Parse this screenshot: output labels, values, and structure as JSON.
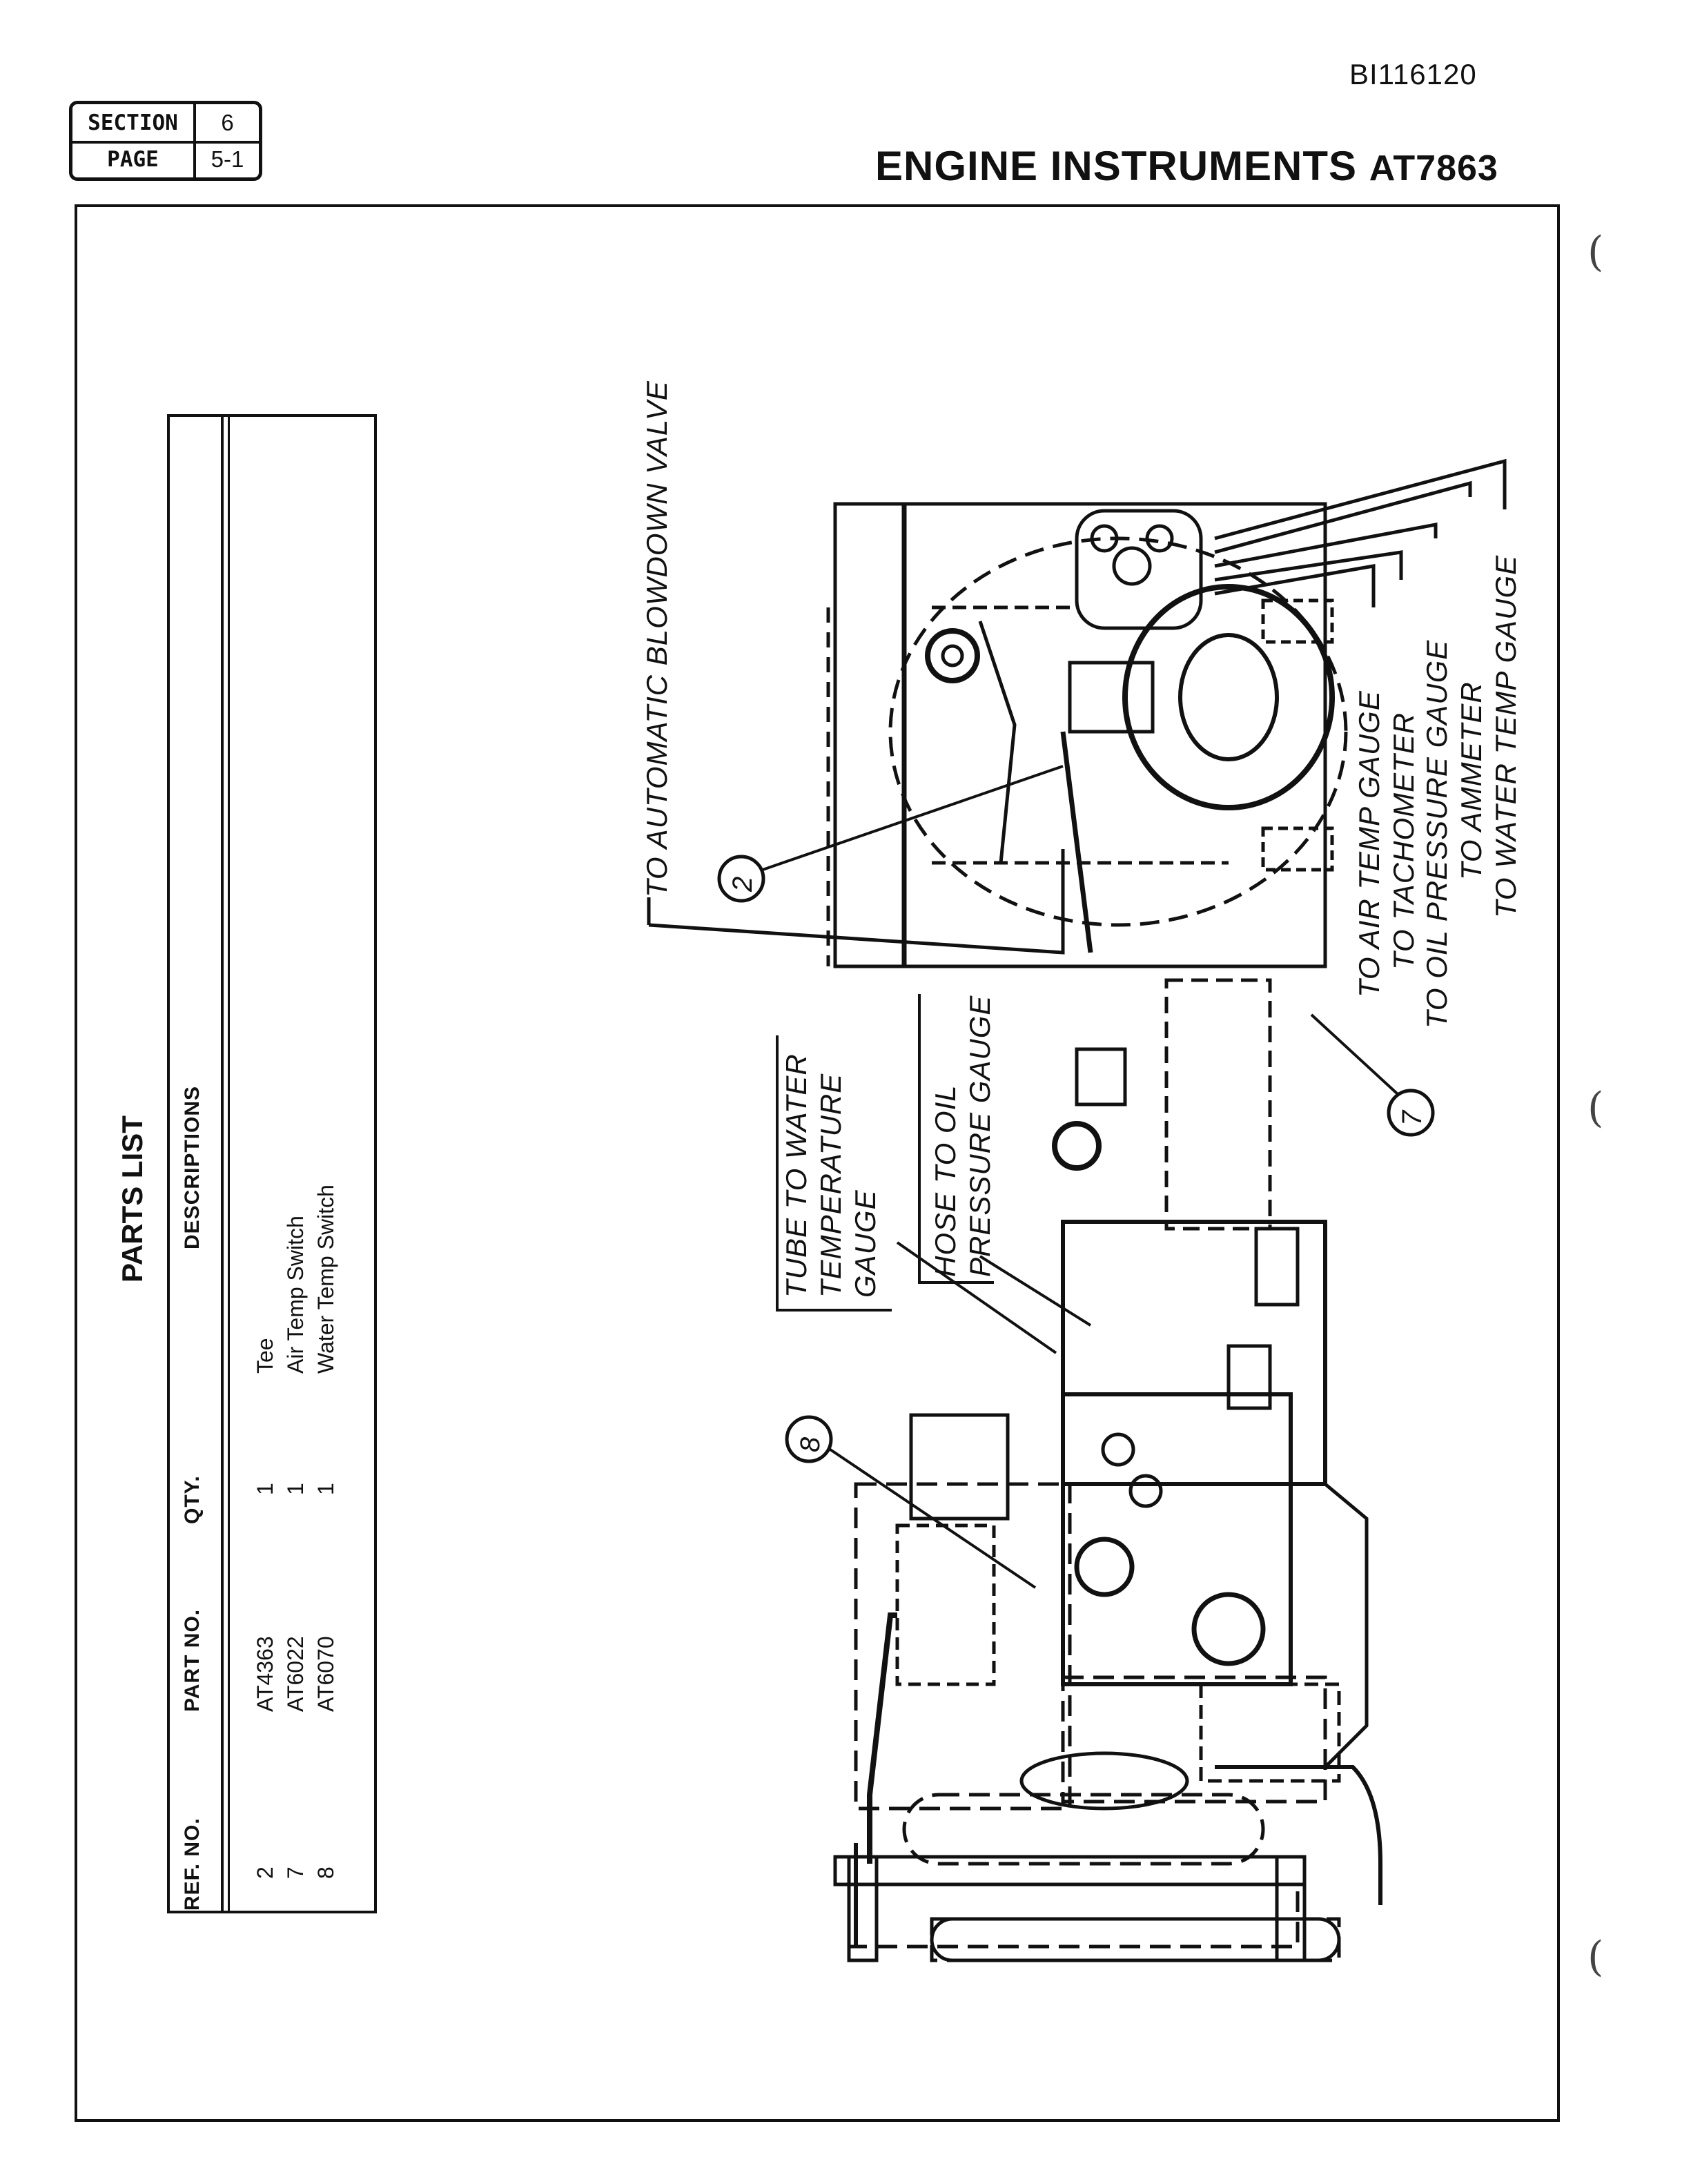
{
  "header": {
    "doc_id": "BI116120",
    "section_label": "SECTION",
    "section_value": "6",
    "page_label": "PAGE",
    "page_value": "5-1",
    "title": "ENGINE INSTRUMENTS",
    "title_code": "AT7863"
  },
  "parts_list": {
    "title": "PARTS LIST",
    "columns": [
      "REF. NO.",
      "PART NO.",
      "QTY.",
      "DESCRIPTIONS"
    ],
    "rows": [
      {
        "ref": "2",
        "part": "AT4363",
        "qty": "1",
        "desc": "Tee"
      },
      {
        "ref": "7",
        "part": "AT6022",
        "qty": "1",
        "desc": "Air Temp Switch"
      },
      {
        "ref": "8",
        "part": "AT6070",
        "qty": "1",
        "desc": "Water Temp Switch"
      }
    ]
  },
  "diagram": {
    "callouts": {
      "blowdown": "TO AUTOMATIC BLOWDOWN VALVE",
      "air_temp": "TO AIR TEMP GAUGE",
      "tachometer": "TO TACHOMETER",
      "oil_pressure": "TO OIL PRESSURE GAUGE",
      "ammeter": "TO AMMETER",
      "water_temp": "TO WATER TEMP GAUGE",
      "tube_line1": "TUBE TO WATER",
      "tube_line2": "TEMPERATURE",
      "tube_line3": "GAUGE",
      "hose_line1": "HOSE TO OIL",
      "hose_line2": "PRESSURE GAUGE"
    },
    "ref_numbers": {
      "r2": "2",
      "r7": "7",
      "r8": "8"
    }
  }
}
